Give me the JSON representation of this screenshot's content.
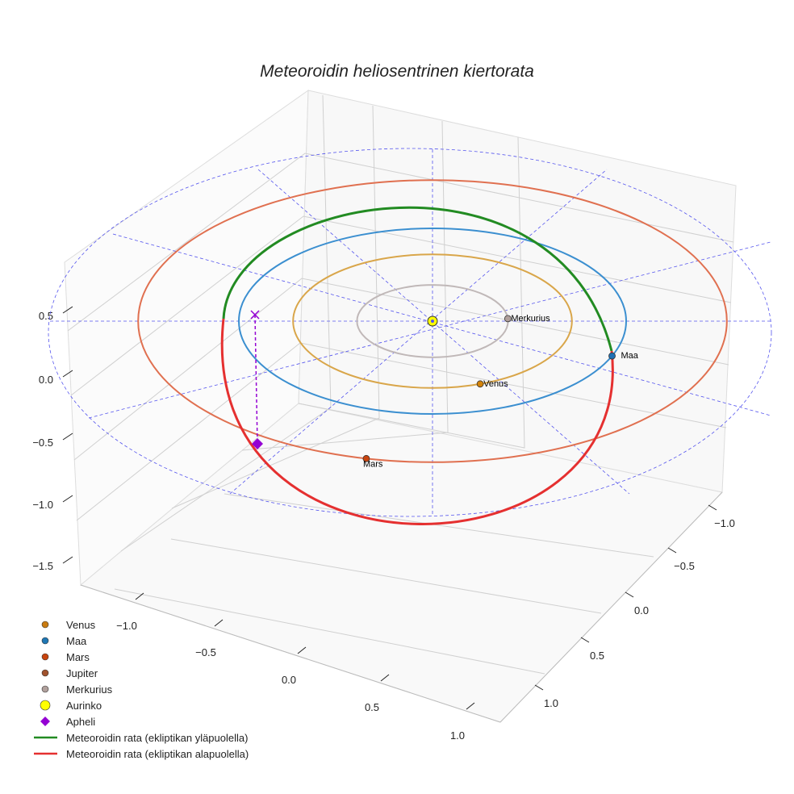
{
  "chart_data": {
    "type": "line",
    "title": "Meteoroidin heliosentrinen kiertorata",
    "x_ticks": [
      "−1.0",
      "−0.5",
      "0.0",
      "0.5",
      "1.0"
    ],
    "y_ticks": [
      "−1.0",
      "−0.5",
      "0.0",
      "0.5",
      "1.0"
    ],
    "z_ticks": [
      "0.5",
      "0.0",
      "−0.5",
      "−1.0",
      "−1.5"
    ],
    "xlim": [
      -1.2,
      1.2
    ],
    "ylim": [
      -1.2,
      1.2
    ],
    "zlim": [
      -1.6,
      0.6
    ],
    "planets": [
      {
        "name": "Merkurius",
        "orbit_au": 0.39,
        "angle_deg": -4,
        "color": "#b0a09c",
        "orbit_color": "#c0b8b8"
      },
      {
        "name": "Venus",
        "orbit_au": 0.72,
        "angle_deg": 70,
        "color": "#d4830a",
        "orbit_color": "#d9a64a"
      },
      {
        "name": "Maa",
        "orbit_au": 1.0,
        "angle_deg": 22,
        "color": "#1f6fb4",
        "orbit_color": "#3b8fd0"
      },
      {
        "name": "Mars",
        "orbit_au": 1.52,
        "angle_deg": 103,
        "color": "#c8440e",
        "orbit_color": "#e07050"
      }
    ],
    "legend": [
      {
        "label": "Venus",
        "marker": "circle",
        "color": "#c97c12"
      },
      {
        "label": "Maa",
        "marker": "circle",
        "color": "#1f77b4"
      },
      {
        "label": "Mars",
        "marker": "circle",
        "color": "#c8440e"
      },
      {
        "label": "Jupiter",
        "marker": "circle",
        "color": "#a0522d"
      },
      {
        "label": "Merkurius",
        "marker": "circle",
        "color": "#b0a09c"
      },
      {
        "label": "Aurinko",
        "marker": "big-circle",
        "color": "#ffff00"
      },
      {
        "label": "Apheli",
        "marker": "diamond",
        "color": "#9400d3"
      },
      {
        "label": "Meteoroidin rata (ekliptikan yläpuolella)",
        "marker": "line",
        "color": "#228b22"
      },
      {
        "label": "Meteoroidin rata (ekliptikan alapuolella)",
        "marker": "line",
        "color": "#e53030"
      }
    ],
    "legend_position": "bottom-left",
    "grid": true
  }
}
